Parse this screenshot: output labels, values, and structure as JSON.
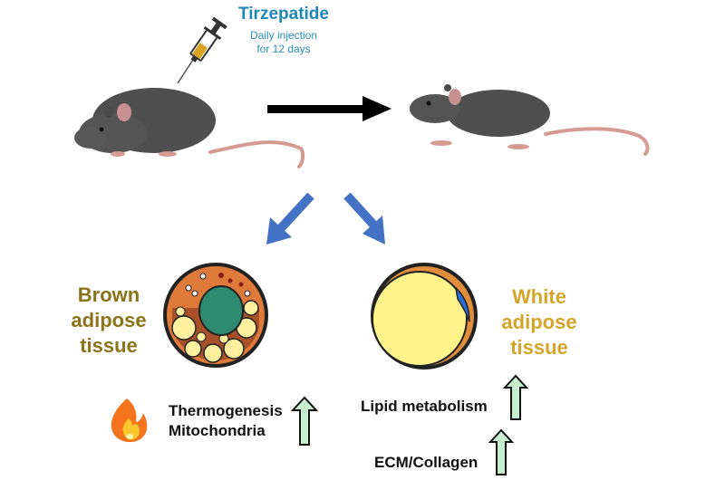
{
  "treatment": {
    "drug": "Tirzepatide",
    "regimen_line1": "Daily injection",
    "regimen_line2": "for 12 days"
  },
  "brown_adipose": {
    "label_lines": [
      "Brown",
      "adipose",
      "tissue"
    ],
    "effects": [
      "Thermogenesis",
      "Mitochondria"
    ],
    "effect_direction": "up",
    "icon": "fire-icon"
  },
  "white_adipose": {
    "label_lines": [
      "White",
      "adipose",
      "tissue"
    ],
    "effects": [
      {
        "label": "Lipid metabolism",
        "direction": "up"
      },
      {
        "label": "ECM/Collagen",
        "direction": "up"
      }
    ]
  },
  "colors": {
    "title_blue": "#1f87b5",
    "arrow_blue": "#4472c4",
    "brown_label": "#8a7318",
    "white_label": "#d3a52a",
    "up_arrow_fill": "#c6efce"
  }
}
